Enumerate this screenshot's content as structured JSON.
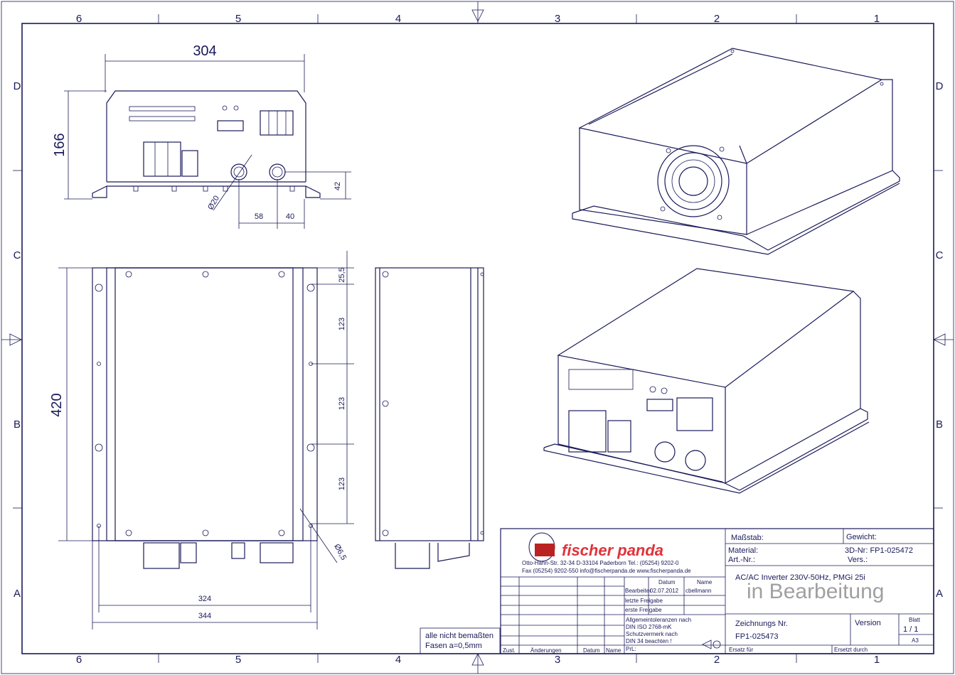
{
  "grid": {
    "columns": [
      "6",
      "5",
      "4",
      "3",
      "2",
      "1"
    ],
    "rows": [
      "D",
      "C",
      "B",
      "A"
    ]
  },
  "dimensions": {
    "front_width": "304",
    "front_height": "166",
    "hole_diameter": "Ø20",
    "offset_58": "58",
    "offset_40": "40",
    "height_42": "42",
    "top_height": "420",
    "spacing_1": "25,5",
    "spacing_2": "123",
    "spacing_3": "123",
    "spacing_4": "123",
    "mount_hole": "Ø6,5",
    "width_324": "324",
    "width_344": "344"
  },
  "note": {
    "line1": "alle nicht bemaßten",
    "line2": "Fasen a=0,5mm"
  },
  "company": {
    "logo_text": "fischer panda",
    "address": "Otto-Hahn-Str. 32-34   D-33104 Paderborn   Tel.: (05254) 9202-0",
    "contact": "Fax (05254) 9202-550   info@fischerpanda.de   www.fischerpanda.de"
  },
  "title_block": {
    "massstab_label": "Maßstab:",
    "gewicht_label": "Gewicht:",
    "material_label": "Material:",
    "art_nr_label": "Art.-Nr.:",
    "3d_nr": "3D-Nr:  FP1-025472",
    "vers": "Vers.:",
    "title": "AC/AC Inverter 230V-50Hz, PMGi 25i",
    "status": "in Bearbeitung",
    "datum_header": "Datum",
    "name_header": "Name",
    "bearbeiter": "Bearbeiter",
    "bearbeiter_datum": "02.07.2012",
    "bearbeiter_name": "cbellmann",
    "letzte_freigabe": "letzte Freigabe",
    "erste_freigabe": "erste Freigabe",
    "tolerances_1": "Allgemeintoleranzen nach",
    "tolerances_2": "DIN ISO 2768-mK",
    "tolerances_3": "Schutzvermerk nach",
    "tolerances_4": "DIN 34 beachten !",
    "prl": "PrL:",
    "zeichnungs_label": "Zeichnungs Nr.",
    "zeichnungs_nr": "FP1-025473",
    "version_label": "Version",
    "blatt_label": "Blatt",
    "blatt_value": "1 / 1",
    "format": "A3",
    "zust": "Zust.",
    "aenderungen": "Änderungen",
    "datum_footer": "Datum",
    "name_footer": "Name",
    "ersatz_fuer": "Ersatz für",
    "ersetzt_durch": "Ersetzt durch"
  }
}
